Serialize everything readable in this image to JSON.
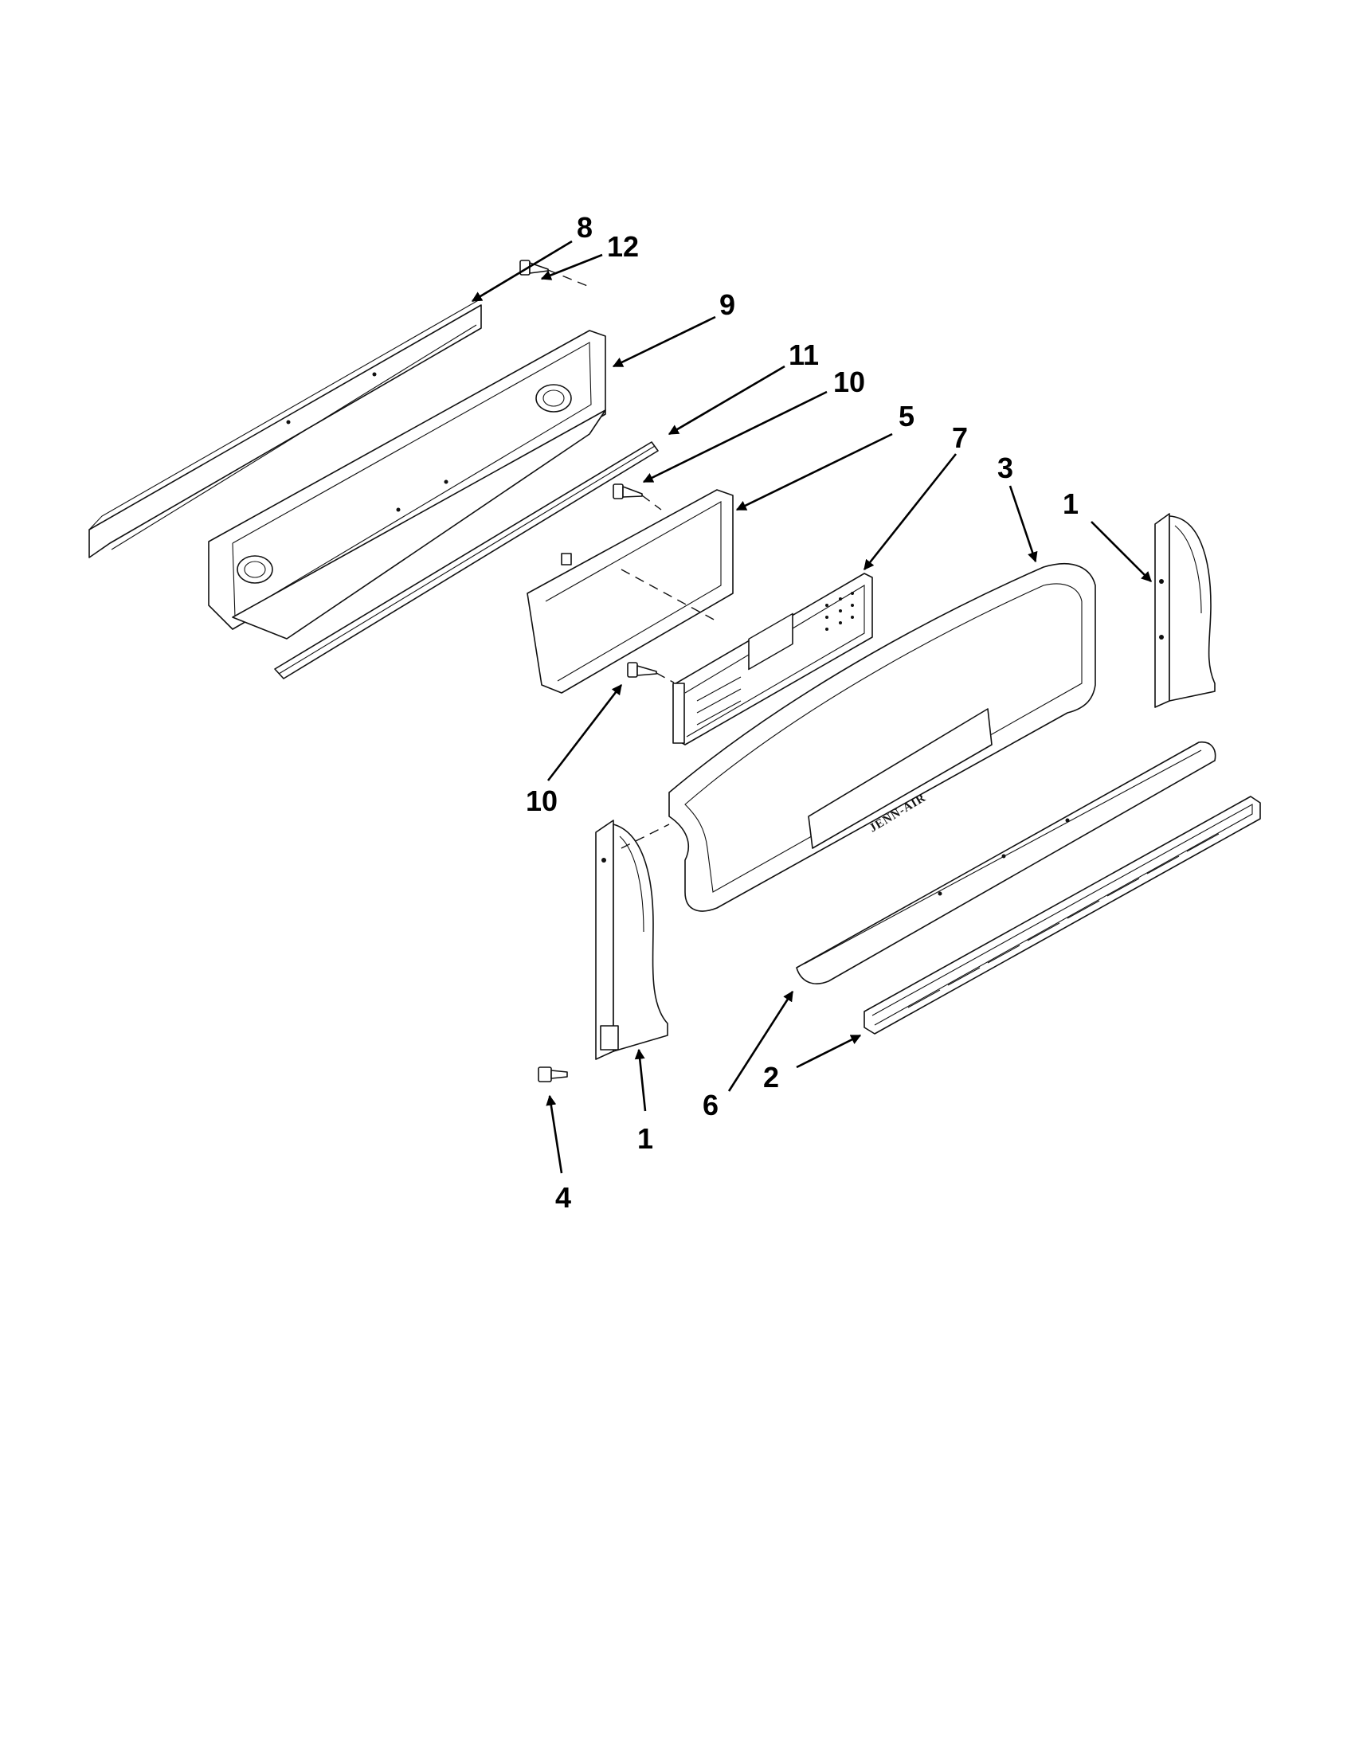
{
  "diagram": {
    "brand_text": "JENN-AIR",
    "callouts": [
      "8",
      "12",
      "9",
      "11",
      "10",
      "5",
      "7",
      "3",
      "1",
      "10",
      "1",
      "4",
      "6",
      "2"
    ],
    "colors": {
      "line": "#111111",
      "background": "#ffffff"
    }
  }
}
